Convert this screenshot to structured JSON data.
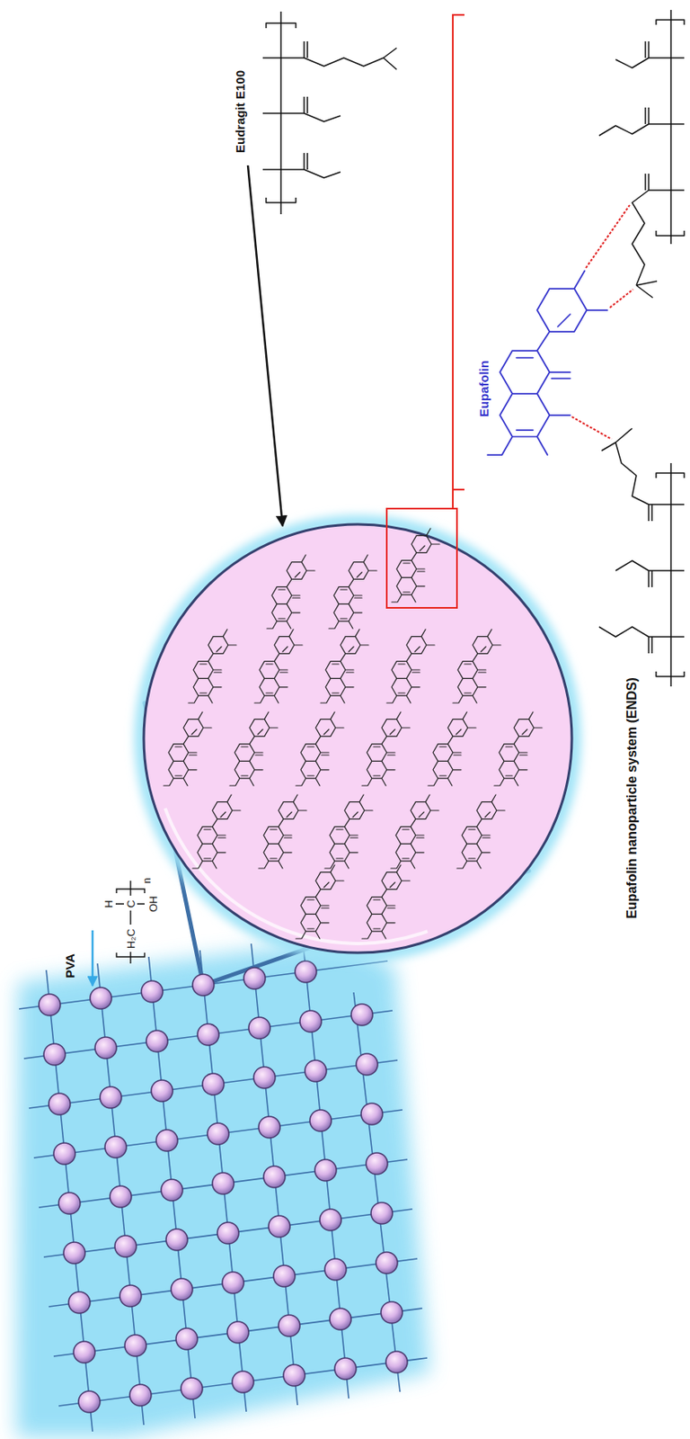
{
  "diagram": {
    "nodes": [
      {
        "text": [
          "Eupafolin nanoparticle system (ENDS)"
        ]
      }
    ],
    "labels": [
      "Eudragit E100",
      "Eupafolin",
      "PVA",
      "H₂C",
      "C",
      "H",
      "OH",
      "n"
    ]
  }
}
